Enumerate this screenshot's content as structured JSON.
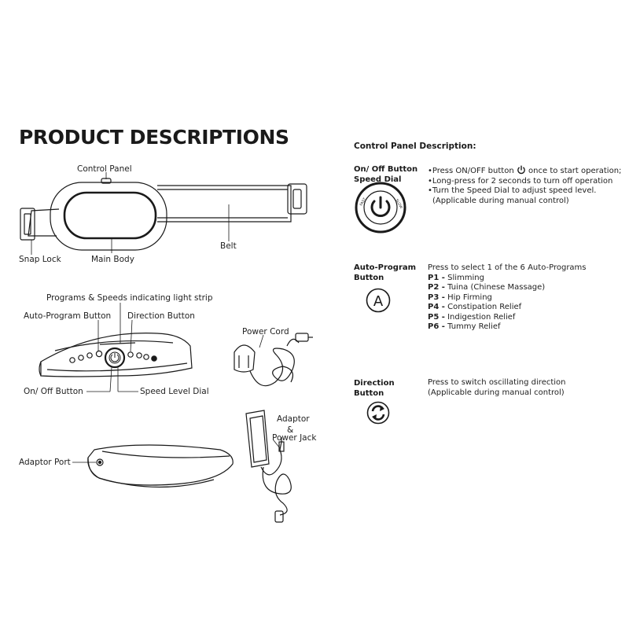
{
  "page": {
    "title": "PRODUCT DESCRIPTIONS"
  },
  "labels": {
    "control_panel": "Control Panel",
    "snap_lock": "Snap Lock",
    "main_body": "Main Body",
    "belt": "Belt",
    "light_strip": "Programs & Speeds indicating light strip",
    "auto_program_button": "Auto-Program Button",
    "direction_button": "Direction Button",
    "onoff_button": "On/ Off Button",
    "speed_level_dial": "Speed Level Dial",
    "power_cord": "Power Cord",
    "adaptor_line1": "Adaptor",
    "adaptor_line2": "&",
    "adaptor_line3": "Power Jack",
    "adaptor_port": "Adaptor Port"
  },
  "panel": {
    "title": "Control Panel Description:",
    "onoff": {
      "title_line1": "On/ Off Button",
      "title_line2": "Speed Dial",
      "dial_text_left": "FAST",
      "dial_text_right": "SLOW",
      "line1_before": "Press ON/OFF button",
      "line1_after": "once to start operation;",
      "line2": "Long-press for 2 seconds to turn off operation",
      "line3": "Turn the Speed Dial to adjust speed level.",
      "line4": "(Applicable during manual control)"
    },
    "auto": {
      "title_line1": "Auto-Program",
      "title_line2": "Button",
      "icon_letter": "A",
      "intro": "Press to select 1 of the 6 Auto-Programs",
      "programs": [
        {
          "code": "P1 -",
          "name": "Slimming"
        },
        {
          "code": "P2 -",
          "name": "Tuina (Chinese Massage)"
        },
        {
          "code": "P3 -",
          "name": "Hip Firming"
        },
        {
          "code": "P4 -",
          "name": "Constipation Relief"
        },
        {
          "code": "P5 -",
          "name": "Indigestion Relief"
        },
        {
          "code": "P6 -",
          "name": "Tummy Relief"
        }
      ]
    },
    "direction": {
      "title_line1": "Direction",
      "title_line2": "Button",
      "line1": "Press to switch oscillating direction",
      "line2": "(Applicable during manual control)"
    }
  }
}
